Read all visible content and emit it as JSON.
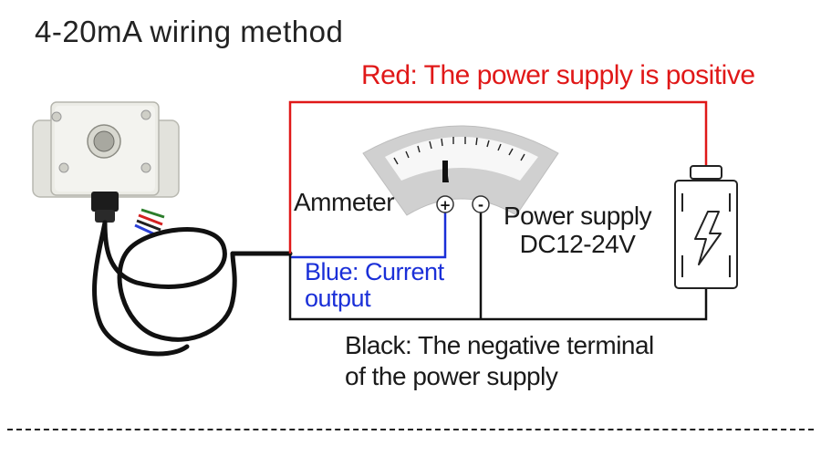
{
  "title": "4-20mA wiring method",
  "labels": {
    "red_wire": "Red: The power supply is positive",
    "ammeter": "Ammeter",
    "ammeter_plus": "+",
    "ammeter_minus": "-",
    "power_supply_line1": "Power supply",
    "power_supply_line2": "DC12-24V",
    "blue_wire_line1": "Blue: Current",
    "blue_wire_line2": "output",
    "black_wire_line1": "Black: The negative terminal",
    "black_wire_line2": "of the power supply"
  },
  "colors": {
    "red_wire": "#e01818",
    "blue_wire": "#1a2fd8",
    "black_wire": "#111111",
    "sensor_body": "#dcdcd6"
  },
  "icons": {
    "power_supply": "battery-lightning-icon",
    "ammeter": "ammeter-dial-icon",
    "sensor": "transmitter-sensor-icon"
  }
}
